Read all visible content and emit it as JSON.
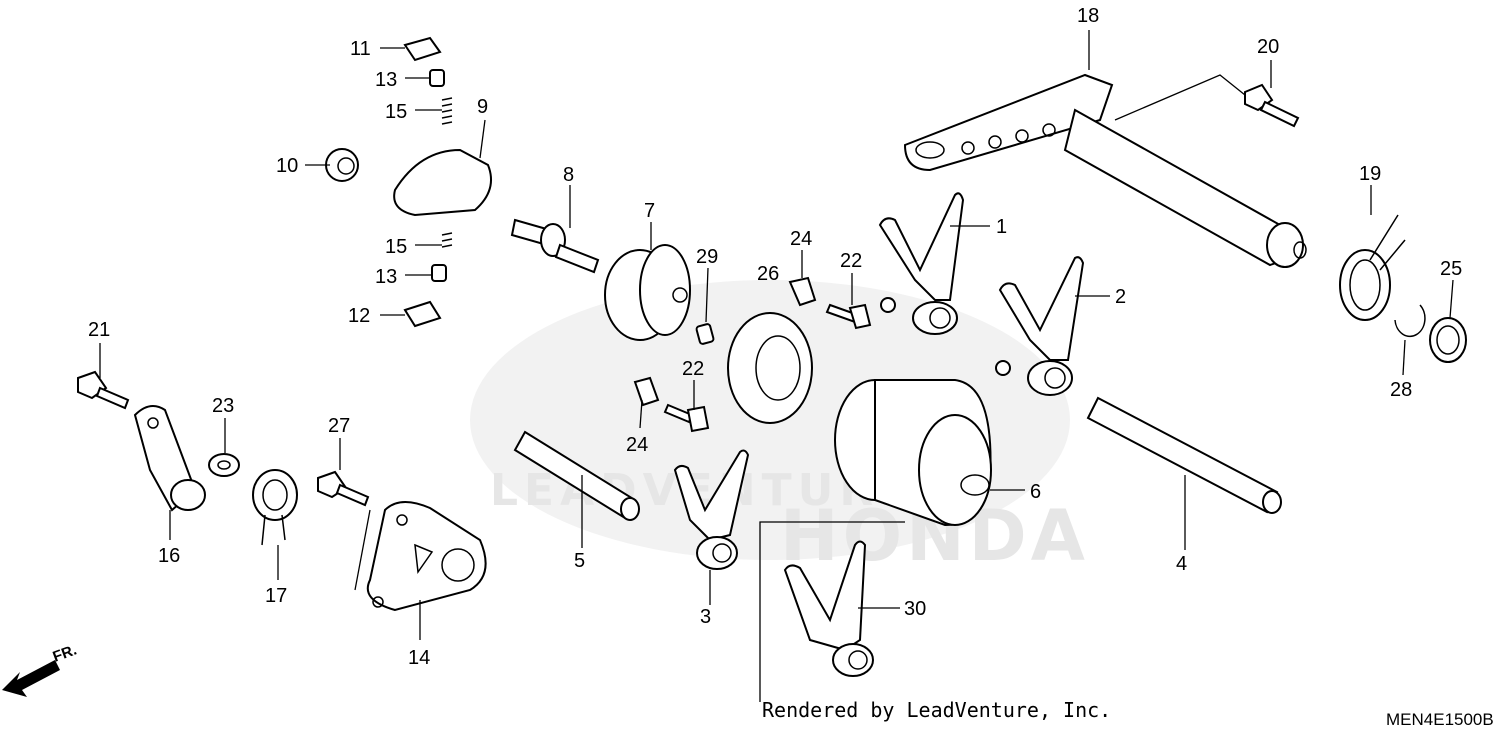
{
  "watermark": "LEADVENTURE",
  "watermark_brand": "HONDA",
  "fr_label": "FR.",
  "credit": "Rendered by LeadVenture, Inc.",
  "diagram_code": "MEN4E1500B",
  "callouts": [
    "1",
    "2",
    "3",
    "4",
    "5",
    "6",
    "7",
    "8",
    "9",
    "10",
    "11",
    "12",
    "13",
    "13",
    "14",
    "15",
    "15",
    "16",
    "17",
    "18",
    "19",
    "20",
    "21",
    "22",
    "22",
    "23",
    "24",
    "24",
    "25",
    "26",
    "27",
    "28",
    "29",
    "30"
  ]
}
